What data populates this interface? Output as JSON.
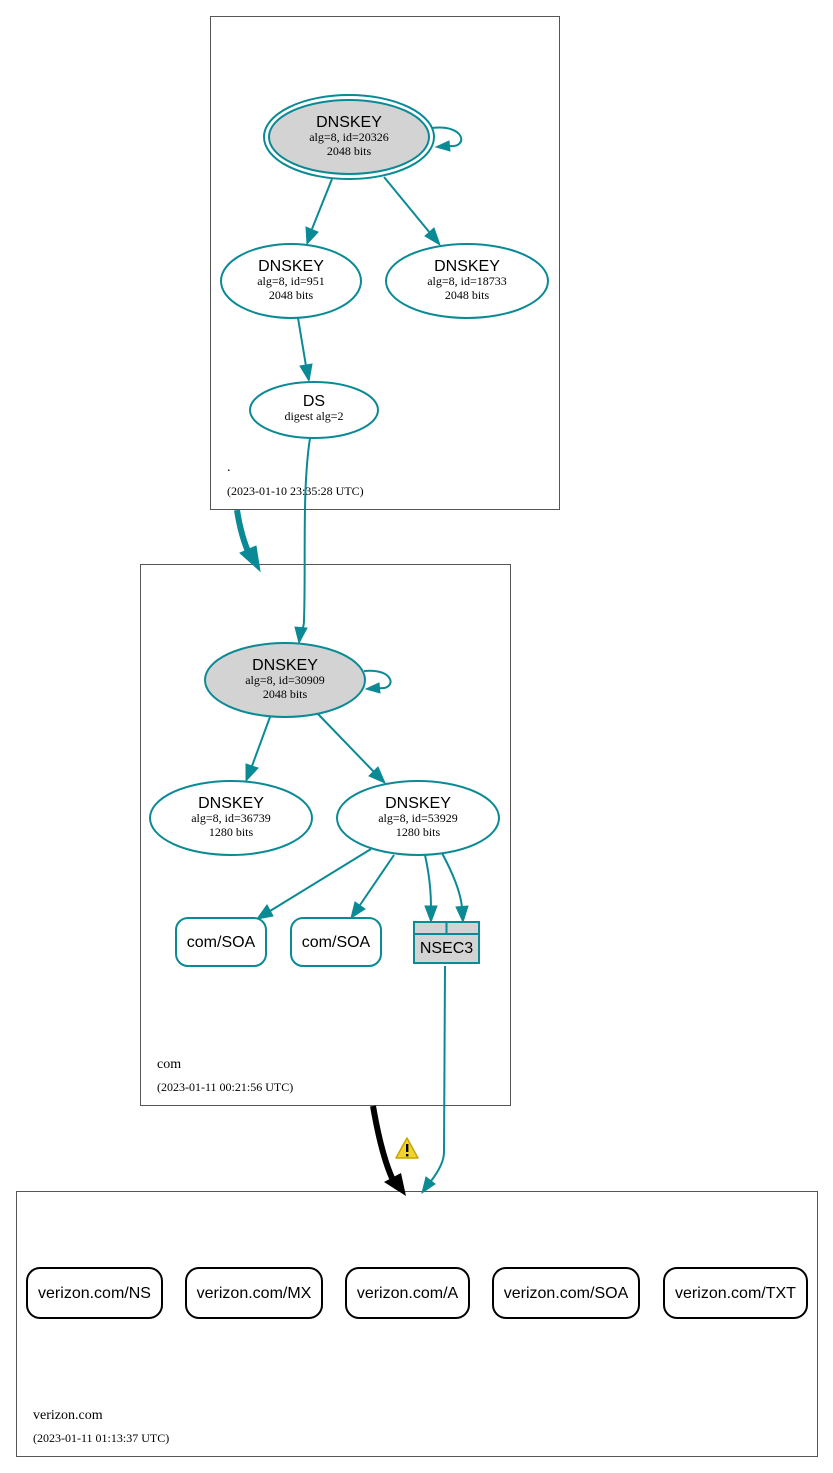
{
  "zones": [
    {
      "name": ".",
      "timestamp": "(2023-01-10 23:35:28 UTC)"
    },
    {
      "name": "com",
      "timestamp": "(2023-01-11 00:21:56 UTC)"
    },
    {
      "name": "verizon.com",
      "timestamp": "(2023-01-11 01:13:37 UTC)"
    }
  ],
  "nodes": {
    "root_ksk": {
      "title": "DNSKEY",
      "line1": "alg=8, id=20326",
      "line2": "2048 bits"
    },
    "root_zsk1": {
      "title": "DNSKEY",
      "line1": "alg=8, id=951",
      "line2": "2048 bits"
    },
    "root_zsk2": {
      "title": "DNSKEY",
      "line1": "alg=8, id=18733",
      "line2": "2048 bits"
    },
    "root_ds": {
      "title": "DS",
      "line1": "digest alg=2"
    },
    "com_ksk": {
      "title": "DNSKEY",
      "line1": "alg=8, id=30909",
      "line2": "2048 bits"
    },
    "com_zsk1": {
      "title": "DNSKEY",
      "line1": "alg=8, id=36739",
      "line2": "1280 bits"
    },
    "com_zsk2": {
      "title": "DNSKEY",
      "line1": "alg=8, id=53929",
      "line2": "1280 bits"
    },
    "com_soa1": {
      "title": "com/SOA"
    },
    "com_soa2": {
      "title": "com/SOA"
    },
    "com_nsec3": {
      "title": "NSEC3"
    }
  },
  "records": [
    "verizon.com/NS",
    "verizon.com/MX",
    "verizon.com/A",
    "verizon.com/SOA",
    "verizon.com/TXT"
  ],
  "colors": {
    "edge": "#0a8a95",
    "ksk_fill": "#d3d3d3",
    "delegation_bad": "#000000",
    "warning": "#f2d42a"
  },
  "icons": {
    "warning": "warning-icon"
  }
}
